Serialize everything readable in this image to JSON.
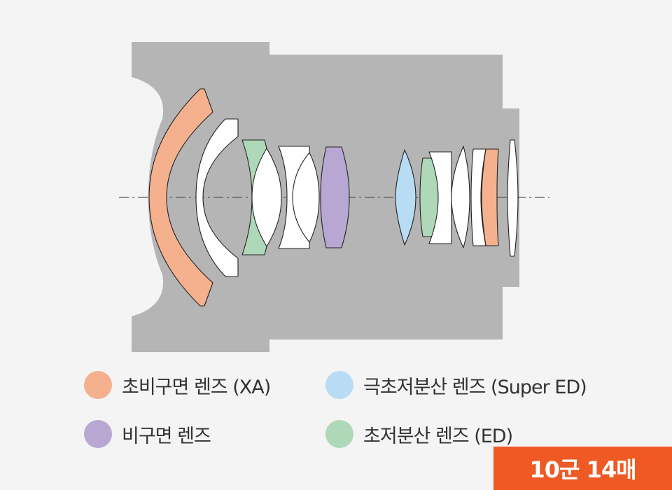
{
  "colors": {
    "background": "#f4f4f4",
    "barrel": "#b5b5b5",
    "lens_outline": "#222222",
    "axis": "#555555",
    "badge": "#ef5a24",
    "plain_element": "#ffffff"
  },
  "lens_types": {
    "xa": {
      "label": "초비구면 렌즈 (XA)",
      "color": "#f5b08e"
    },
    "super_ed": {
      "label": "극초저분산 렌즈 (Super ED)",
      "color": "#b8dcf4"
    },
    "aspherical": {
      "label": "비구면 렌즈",
      "color": "#b8a7d3"
    },
    "ed": {
      "label": "초저분산 렌즈 (ED)",
      "color": "#aed8b7"
    }
  },
  "badge": {
    "text": "10군 14매"
  }
}
